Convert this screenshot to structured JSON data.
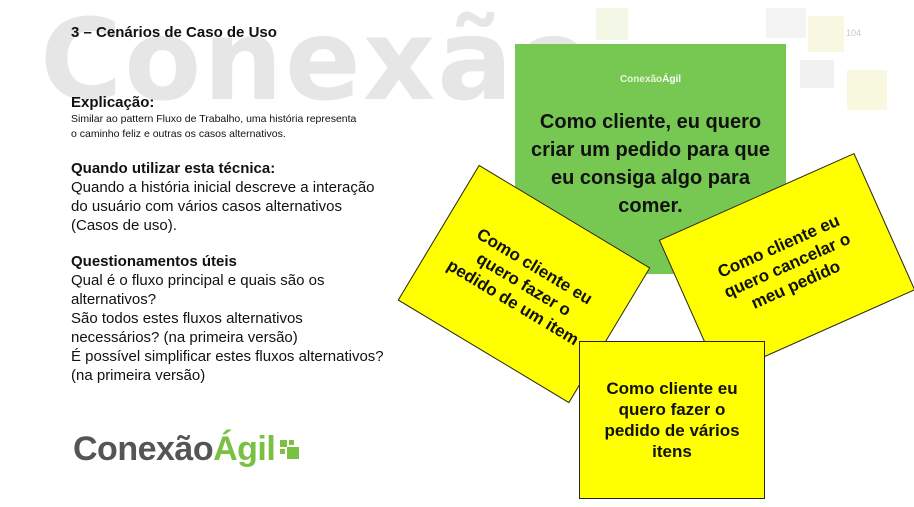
{
  "slide": {
    "title": "3 – Cenários de Caso de Uso",
    "watermark": "Conexão",
    "slide_number": "104"
  },
  "explicacao": {
    "heading": "Explicação:",
    "lines": [
      "Similar ao pattern Fluxo de Trabalho, uma história representa",
      "o caminho feliz e outras os casos alternativos."
    ]
  },
  "quando": {
    "heading": "Quando utilizar esta técnica:",
    "lines": [
      "Quando a história inicial descreve a interação",
      "do usuário com vários casos alternativos",
      "(Casos de uso)."
    ]
  },
  "questionamentos": {
    "heading": "Questionamentos úteis",
    "lines": [
      "Qual é o fluxo principal e quais são os",
      "alternativos?",
      "São todos estes fluxos alternativos",
      "necessários? (na primeira versão)",
      "É possível simplificar estes fluxos alternativos?",
      "(na primeira versão)"
    ]
  },
  "logo": {
    "part1": "Conexão",
    "part2": "Ágil",
    "color_gray": "#555555",
    "color_green": "#7ac143"
  },
  "green_card": {
    "logo_part1": "Conexão",
    "logo_part2": "Ágil",
    "lines": [
      "Como cliente,  eu quero",
      "criar um pedido para que",
      "eu consiga algo para",
      "comer."
    ],
    "color": "#76c852"
  },
  "sticky_notes": [
    {
      "lines": [
        "Como cliente eu",
        "quero fazer o",
        "pedido de um item"
      ],
      "color": "#ffff00"
    },
    {
      "lines": [
        "Como cliente eu",
        "quero cancelar o",
        "meu pedido"
      ],
      "color": "#ffff00"
    },
    {
      "lines": [
        "Como cliente eu",
        "quero fazer o",
        "pedido de vários",
        "itens"
      ],
      "color": "#ffff00"
    }
  ]
}
